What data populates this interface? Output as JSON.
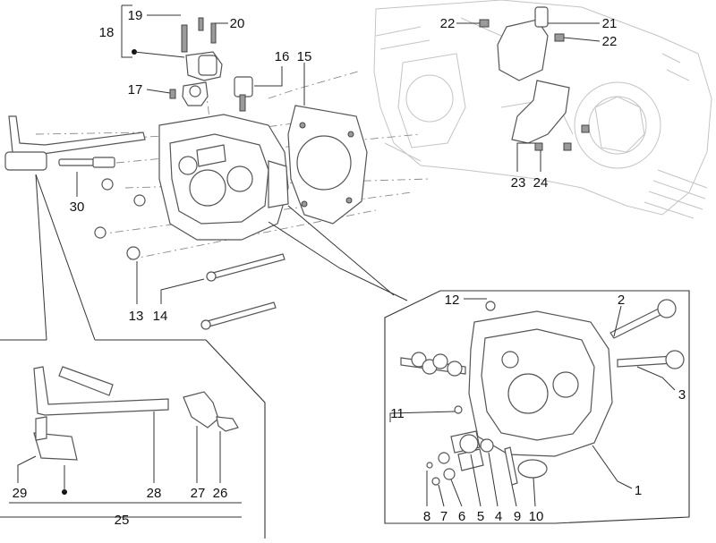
{
  "diagram": {
    "colors": {
      "line": "#333333",
      "ghost_engine": "#c4c4c4",
      "part_outline": "#555555",
      "background": "#ffffff"
    },
    "callouts": {
      "c1": "1",
      "c2": "2",
      "c3": "3",
      "c4": "4",
      "c5": "5",
      "c6": "6",
      "c7": "7",
      "c8": "8",
      "c9": "9",
      "c10": "10",
      "c11": "11",
      "c12": "12",
      "c13": "13",
      "c14": "14",
      "c15": "15",
      "c16": "16",
      "c17": "17",
      "c18": "18",
      "c19": "19",
      "c20": "20",
      "c21": "21",
      "c22a": "22",
      "c22b": "22",
      "c23": "23",
      "c24": "24",
      "c25": "25",
      "c26": "26",
      "c27": "27",
      "c28": "28",
      "c29": "29",
      "c30": "30"
    }
  }
}
